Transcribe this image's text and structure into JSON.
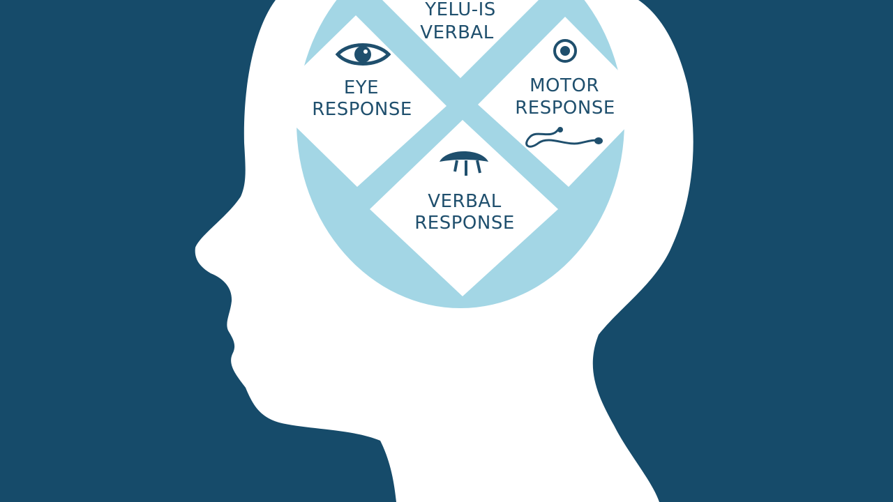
{
  "diagram": {
    "top_quadrant": {
      "line1": "YELU-IS",
      "line2": "VERBAL"
    },
    "eye": {
      "line1": "EYE",
      "line2": "RESPONSE",
      "icon": "eye-icon"
    },
    "motor": {
      "line1": "MOTOR",
      "line2": "RESPONSE",
      "icon": "target-icon",
      "secondary_icon": "squiggle-icon"
    },
    "verbal": {
      "line1": "VERBAL",
      "line2": "RESPONSE",
      "icon": "mouth-icon"
    }
  },
  "colors": {
    "background": "#164b6a",
    "head": "#ffffff",
    "brain_ring": "#a3d6e5",
    "text": "#1f4f6d",
    "icon": "#1f4f6d"
  }
}
